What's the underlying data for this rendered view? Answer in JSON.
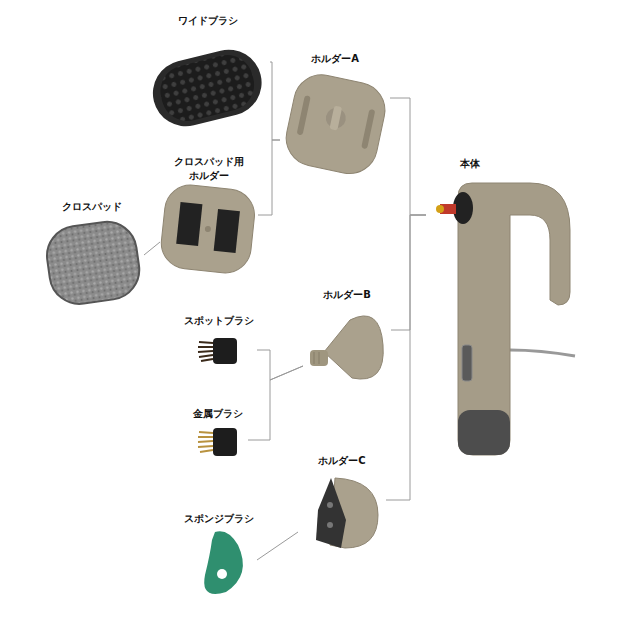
{
  "diagram": {
    "nodes": [
      {
        "text": [
          "ワイドブラシ"
        ]
      },
      {
        "text": [
          "ホルダーA"
        ]
      },
      {
        "text": [
          "クロスパッド用 ホルダー"
        ]
      },
      {
        "text": [
          "本体"
        ]
      },
      {
        "text": [
          "クロスパッド"
        ]
      },
      {
        "text": [
          "ホルダーB"
        ]
      },
      {
        "text": [
          "スポットブラシ"
        ]
      },
      {
        "text": [
          "金属ブラシ"
        ]
      },
      {
        "text": [
          "ホルダーC"
        ]
      },
      {
        "text": [
          "スポンジブラシ"
        ]
      }
    ],
    "edges": [
      {
        "from": 0,
        "to": 1,
        "arrow": "none"
      },
      {
        "from": 2,
        "to": 1,
        "arrow": "none"
      },
      {
        "from": 4,
        "to": 2,
        "arrow": "none"
      },
      {
        "from": 1,
        "to": 3,
        "arrow": "none"
      },
      {
        "from": 5,
        "to": 3,
        "arrow": "none"
      },
      {
        "from": 8,
        "to": 3,
        "arrow": "none"
      },
      {
        "from": 6,
        "to": 5,
        "arrow": "none"
      },
      {
        "from": 7,
        "to": 5,
        "arrow": "none"
      },
      {
        "from": 9,
        "to": 8,
        "arrow": "none"
      }
    ]
  }
}
